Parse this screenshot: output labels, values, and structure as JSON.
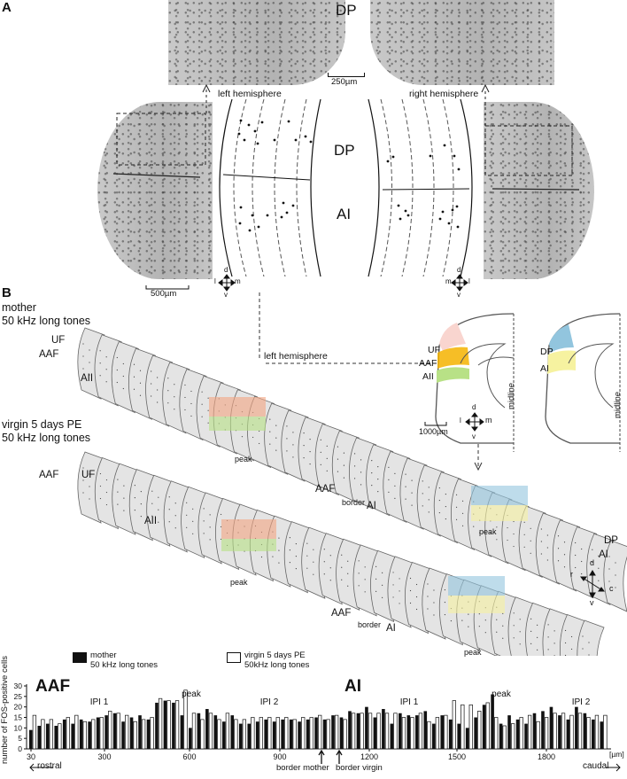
{
  "panel_a": {
    "letter": "A",
    "dp_top": "DP",
    "scale_top": "250µm",
    "left_hemisphere": "left hemisphere",
    "right_hemisphere": "right hemisphere",
    "dp_mid": "DP",
    "ai_mid": "AI",
    "scale_bottom": "500µm",
    "compass_left": {
      "d": "d",
      "l": "l",
      "m": "m",
      "v": "v"
    },
    "compass_right": {
      "d": "d",
      "m": "m",
      "l": "l",
      "v": "v"
    }
  },
  "panel_b": {
    "letter": "B",
    "mother_line1": "mother",
    "mother_line2": "50 kHz long tones",
    "virgin_line1": "virgin 5 days PE",
    "virgin_line2": "50 kHz long tones",
    "left_hemisphere": "left hemisphere",
    "labels": {
      "uf": "UF",
      "aaf": "AAF",
      "aii": "AII",
      "ai": "AI",
      "dp": "DP",
      "peak": "peak",
      "border": "border"
    },
    "coronal": {
      "uf": "UF",
      "aaf": "AAF",
      "aii": "AII",
      "dp": "DP",
      "ai": "AI",
      "midline": "midline",
      "scale": "1000µm"
    },
    "compass_b": {
      "d": "d",
      "m": "m",
      "l": "l",
      "v": "v"
    },
    "compass_rc": {
      "d": "d",
      "r": "r",
      "c": "c",
      "v": "v"
    },
    "colors": {
      "orange": "#f4a582",
      "green": "#b8e186",
      "blue": "#92c5de",
      "yellow": "#f6f2a0",
      "section": "#e4e4e4"
    }
  },
  "legend": {
    "mother_line1": "mother",
    "mother_line2": "50 kHz long tones",
    "virgin_line1": "virgin 5 days PE",
    "virgin_line2": "50kHz long tones"
  },
  "chart_data": {
    "type": "bar",
    "ylabel": "number of FOS-positive cells",
    "xunit": "[µm]",
    "ylim": [
      0,
      30
    ],
    "yticks": [
      0,
      5,
      10,
      15,
      20,
      25,
      30
    ],
    "xtick_labels": [
      "30",
      "300",
      "600",
      "900",
      "1200",
      "1500",
      "1800"
    ],
    "region_labels": [
      "AAF",
      "AI"
    ],
    "annotations": [
      "IPI 1",
      "peak",
      "IPI 2",
      "IPI 1",
      "peak",
      "IPI 2"
    ],
    "rostral": "rostral",
    "caudal": "caudal",
    "border_mother": "border mother",
    "border_virgin": "border virgin",
    "series": [
      {
        "name": "mother 50 kHz long tones",
        "values": [
          9,
          11,
          12,
          11,
          14,
          12,
          14,
          13,
          15,
          16,
          17,
          13,
          15,
          16,
          14,
          22,
          23,
          22,
          16,
          10,
          17,
          19,
          16,
          13,
          16,
          12,
          12,
          13,
          14,
          13,
          14,
          14,
          13,
          14,
          15,
          14,
          16,
          15,
          18,
          17,
          20,
          15,
          19,
          12,
          17,
          16,
          16,
          18,
          12,
          16,
          14,
          12,
          10,
          15,
          21,
          26,
          12,
          16,
          14,
          12,
          17,
          18,
          20,
          16,
          14,
          20,
          17,
          14,
          13
        ]
      },
      {
        "name": "virgin 5 days PE 50kHz long tones",
        "values": [
          16,
          14,
          14,
          12,
          15,
          16,
          13,
          14,
          15,
          18,
          17,
          16,
          13,
          14,
          15,
          24,
          23,
          23,
          28,
          17,
          14,
          17,
          14,
          17,
          14,
          14,
          15,
          15,
          15,
          15,
          15,
          14,
          15,
          15,
          16,
          14,
          16,
          14,
          17,
          17,
          17,
          17,
          17,
          17,
          15,
          15,
          17,
          13,
          15,
          16,
          23,
          21,
          21,
          18,
          22,
          15,
          11,
          12,
          15,
          16,
          13,
          15,
          17,
          17,
          16,
          17,
          15,
          16,
          16
        ]
      }
    ]
  }
}
